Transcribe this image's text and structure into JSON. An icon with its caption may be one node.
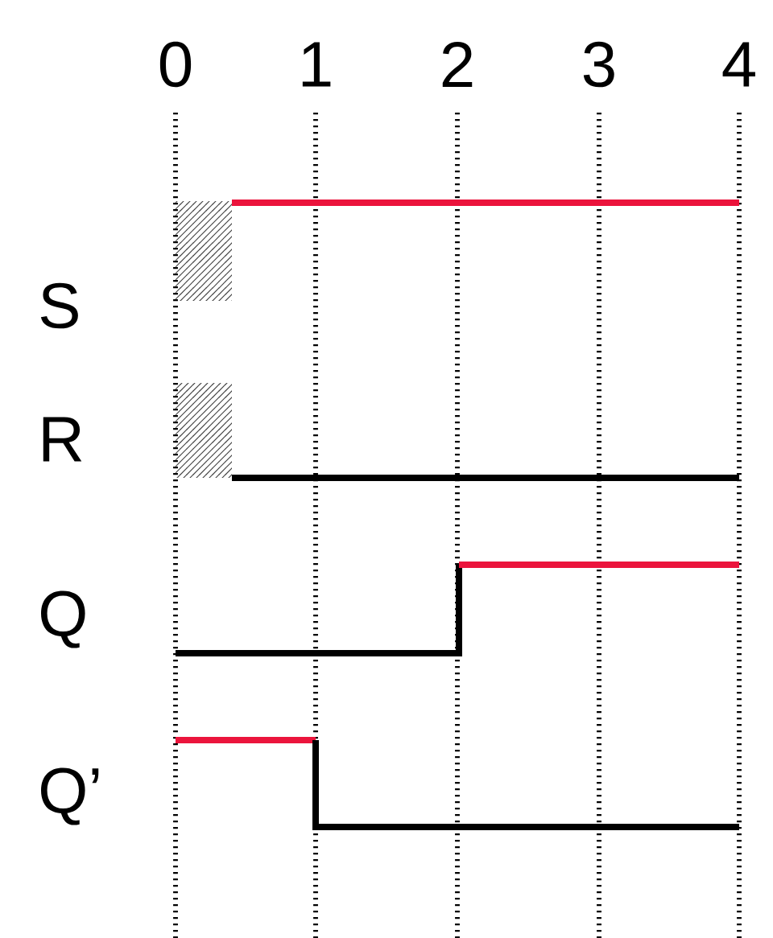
{
  "diagram": {
    "labels": [
      "0",
      "1",
      "2",
      "3",
      "4",
      "S",
      "R",
      "Q",
      "Q’"
    ]
  }
}
